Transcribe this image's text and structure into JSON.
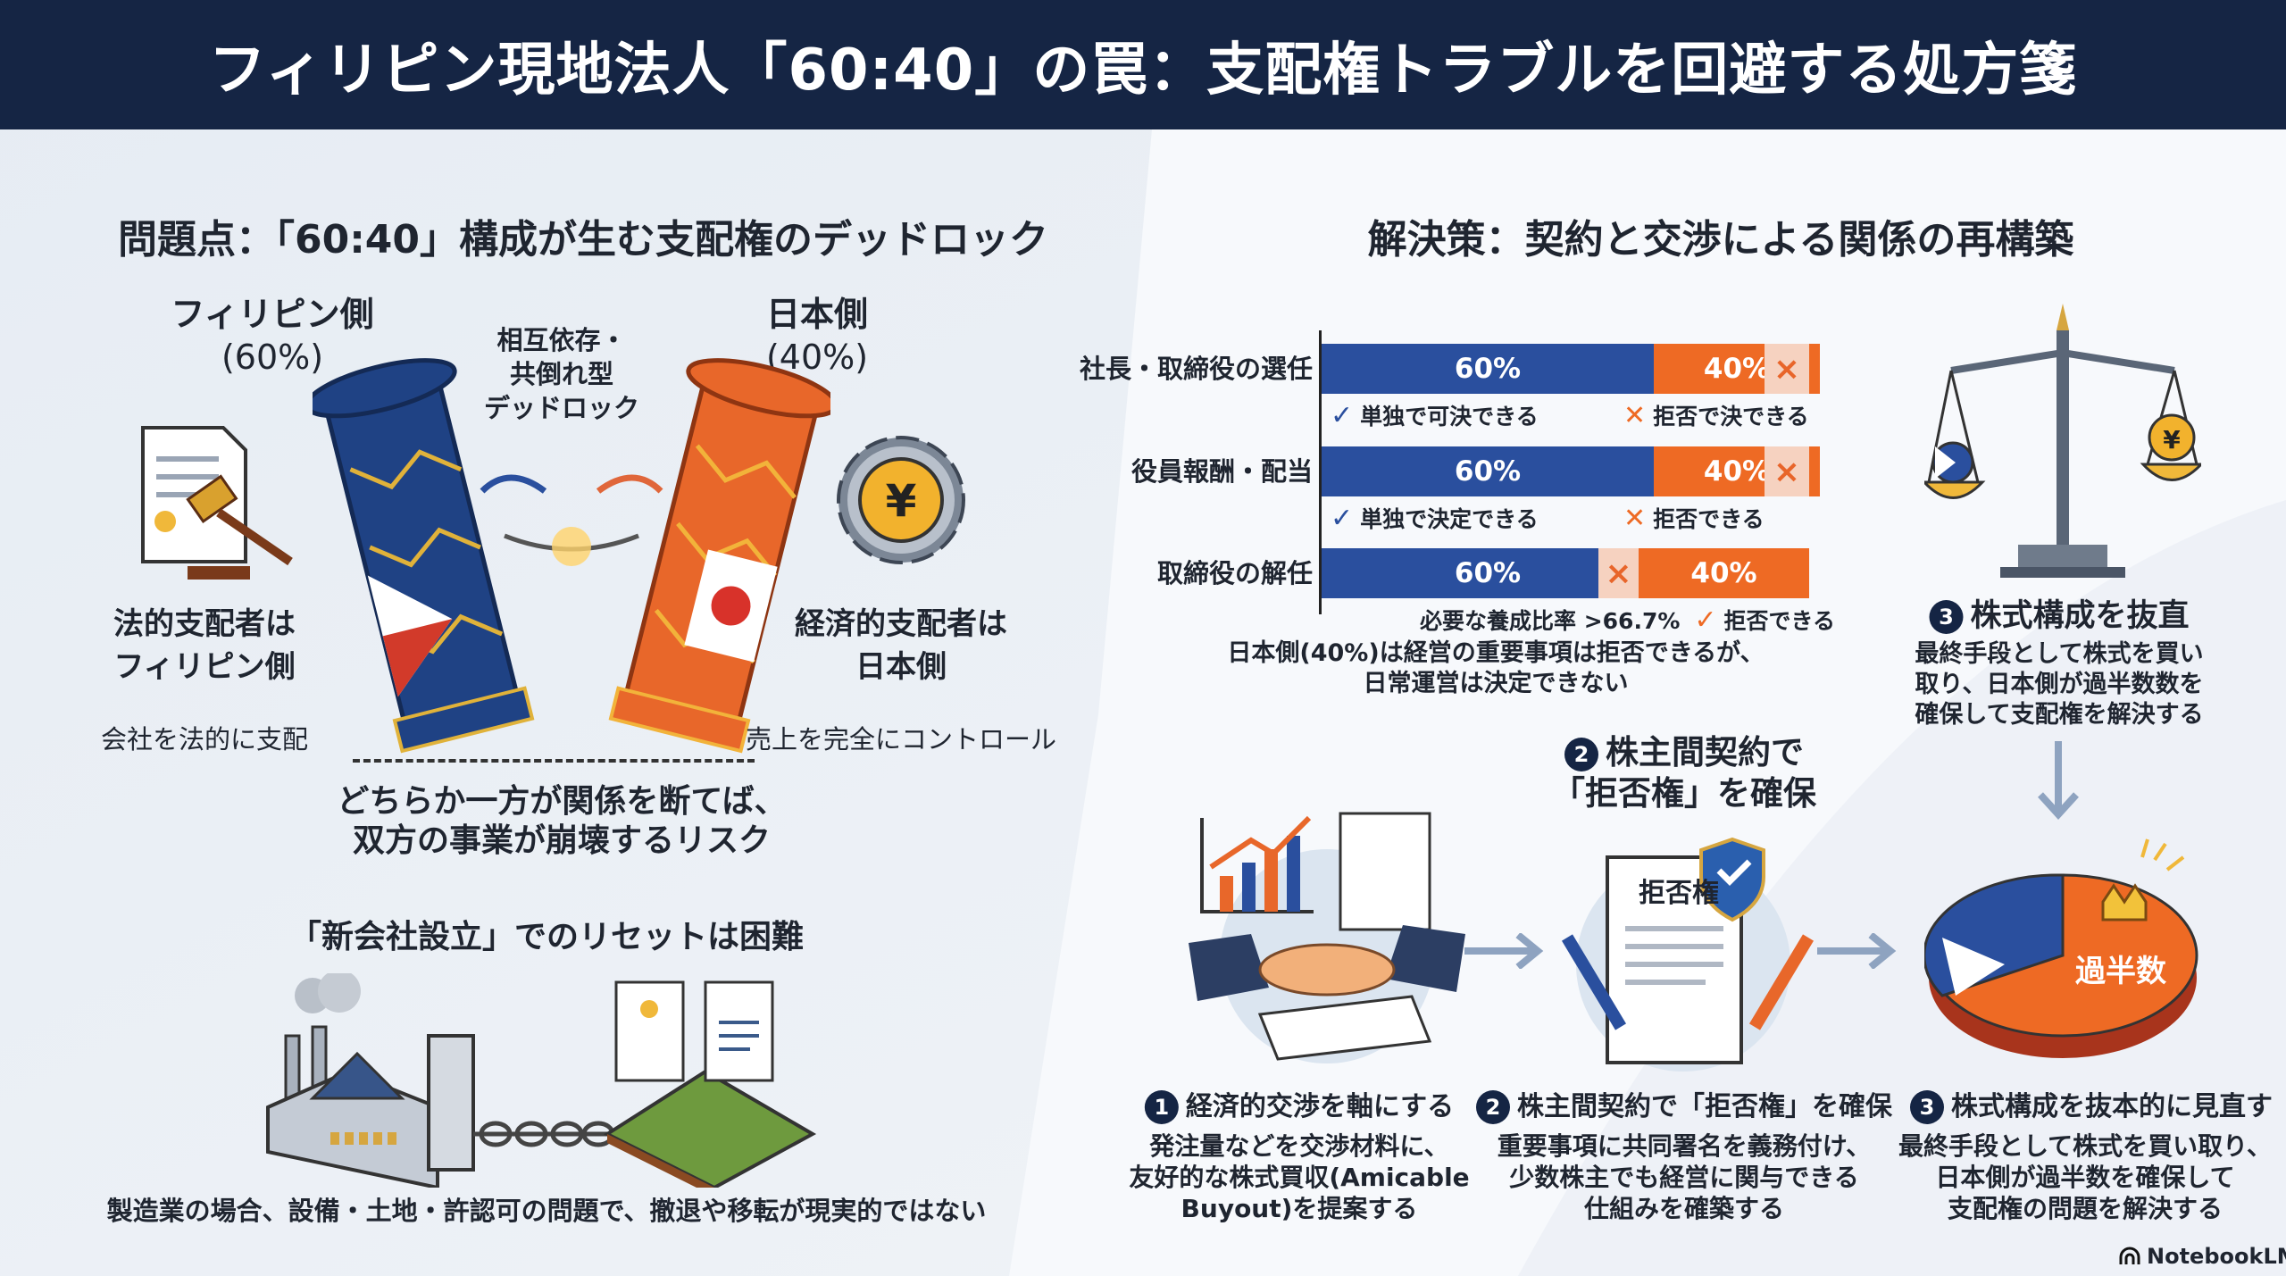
{
  "header": {
    "title": "フィリピン現地法人「60:40」の罠：支配権トラブルを回避する処方箋"
  },
  "left": {
    "section_title": "問題点：「60:40」構成が生む支配権のデッドロック",
    "ph_side": {
      "name": "フィリピン側",
      "share": "(60%)"
    },
    "jp_side": {
      "name": "日本側",
      "share": "(40%)"
    },
    "center_label": [
      "相互依存・",
      "共倒れ型",
      "デッドロック"
    ],
    "legal": {
      "title": [
        "法的支配者は",
        "フィリピン側"
      ],
      "desc": "会社を法的に支配"
    },
    "economic": {
      "title": [
        "経済的支配者は",
        "日本側"
      ],
      "desc": "売上を完全にコントロール"
    },
    "risk": [
      "どちらか一方が関係を断てば、",
      "双方の事業が崩壊するリスク"
    ],
    "reset_title": "「新会社設立」でのリセットは困難",
    "reset_caption": "製造業の場合、設備・土地・許認可の問題で、撤退や移転が現実的ではない"
  },
  "right": {
    "section_title": "解決策：契約と交渉による関係の再構築",
    "vote_chart": {
      "rows": [
        {
          "label": "社長・取締役の選任",
          "ph": 60,
          "jp": 40,
          "ph_text": "60%",
          "jp_text": "40%",
          "mark": "×",
          "note_ph": "単独で可決できる",
          "note_jp": "拒否で決できる"
        },
        {
          "label": "役員報酬・配当",
          "ph": 60,
          "jp": 40,
          "ph_text": "60%",
          "jp_text": "40%",
          "mark": "×",
          "note_ph": "単独で決定できる",
          "note_jp": "拒否できる"
        },
        {
          "label": "取締役の解任",
          "ph": 60,
          "jp": 40,
          "ph_text": "60%",
          "jp_text": "40%",
          "mark": "×",
          "threshold_note": "必要な養成比率 >66.7%",
          "note_jp": "拒否できる"
        }
      ],
      "summary": [
        "日本側(40%)は経営の重要事項は拒否できるが、",
        "日常運営は決定できない"
      ],
      "colors": {
        "ph": "#2a4f9e",
        "jp": "#ee6a24"
      }
    },
    "step3_top": {
      "num": "3",
      "title": "株式構成を抜直",
      "desc": [
        "最終手段として株式を買い",
        "取り、日本側が過半数数を",
        "確保して支配権を解決する"
      ]
    },
    "step2_top": {
      "num": "2",
      "title": [
        "株主間契約で",
        "「拒否権」を確保"
      ]
    },
    "doc_label": "拒否権",
    "pie_label": "過半数",
    "steps": [
      {
        "num": "1",
        "title": "経済的交渉を軸にする",
        "desc": [
          "発注量などを交渉材料に、",
          "友好的な株式買収(Amicable",
          "Buyout)を提案する"
        ]
      },
      {
        "num": "2",
        "title": "株主間契約で「拒否権」を確保",
        "desc": [
          "重要事項に共同署名を義務付け、",
          "少数株主でも経営に関与できる",
          "仕組みを確築する"
        ]
      },
      {
        "num": "3",
        "title": "株式構成を抜本的に見直す",
        "desc": [
          "最終手段として株式を買い取り、",
          "日本側が過半数を確保して",
          "支配権の問題を解決する"
        ]
      }
    ]
  },
  "footer": {
    "brand": "NotebookLM"
  }
}
